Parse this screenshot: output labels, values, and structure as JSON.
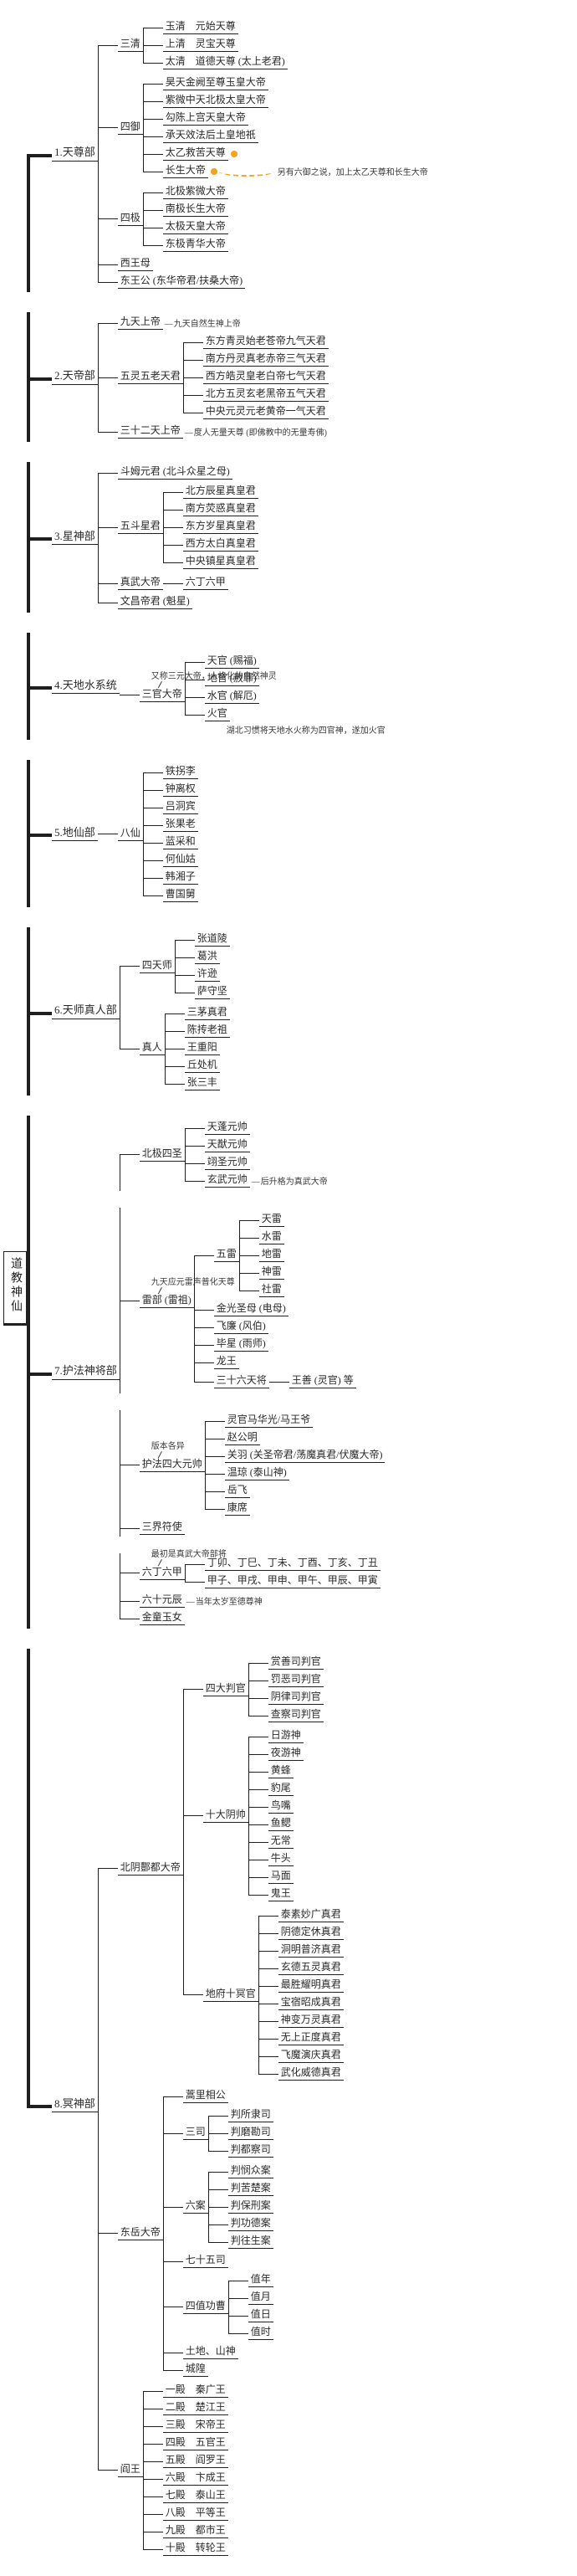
{
  "root": {
    "label": "道教神仙"
  },
  "colors": {
    "accent_orange": "#F5A31A",
    "edge": "#1f1f1f",
    "note_gray": "#3a3a3a",
    "background": "#ffffff"
  },
  "tree": [
    {
      "label": "1.天尊部",
      "children": [
        {
          "label": "三清",
          "children": [
            "玉清　元始天尊",
            "上清　灵宝天尊",
            "太清　道德天尊 (太上老君)"
          ]
        },
        {
          "label": "四御",
          "children": [
            "昊天金阙至尊玉皇大帝",
            "紫微中天北极太皇大帝",
            "勾陈上宫天皇大帝",
            "承天效法后土皇地祇",
            {
              "label": "太乙救苦天尊",
              "marker": "orange-dot"
            },
            {
              "label": "长生大帝",
              "marker": "orange-dot",
              "note_right": "另有六御之说，加上太乙天尊和长生大帝"
            }
          ]
        },
        {
          "label": "四极",
          "children": [
            "北极紫微大帝",
            "南极长生大帝",
            "太极天皇大帝",
            "东极青华大帝"
          ]
        },
        {
          "label": "西王母"
        },
        {
          "label": "东王公 (东华帝君/扶桑大帝)"
        }
      ]
    },
    {
      "label": "2.天帝部",
      "children": [
        {
          "label": "九天上帝",
          "note": "九天自然生神上帝"
        },
        {
          "label": "五灵五老天君",
          "children": [
            "东方青灵始老苍帝九气天君",
            "南方丹灵真老赤帝三气天君",
            "西方皓灵皇老白帝七气天君",
            "北方五灵玄老黑帝五气天君",
            "中央元灵元老黄帝一气天君"
          ]
        },
        {
          "label": "三十二天上帝",
          "note": "度人无量天尊 (即佛教中的无量寿佛)"
        }
      ]
    },
    {
      "label": "3.星神部",
      "children": [
        {
          "label": "斗姆元君 (北斗众星之母)"
        },
        {
          "label": "五斗星君",
          "children": [
            "北方辰星真皇君",
            "南方荧惑真皇君",
            "东方岁星真皇君",
            "西方太白真皇君",
            "中央镇星真皇君"
          ]
        },
        {
          "label": "真武大帝",
          "children": [
            "六丁六甲"
          ]
        },
        {
          "label": "文昌帝君 (魁星)"
        }
      ]
    },
    {
      "label": "4.天地水系统",
      "children": [
        {
          "label": "三官大帝",
          "note_above": "又称三元大帝，人格化的自然神灵",
          "children": [
            "天官 (赐福)",
            "地官 (赦罪)",
            "水官 (解厄)",
            {
              "label": "火官",
              "note_below": "湖北习惯将天地水火称为四官神，遂加火官"
            }
          ]
        }
      ]
    },
    {
      "label": "5.地仙部",
      "children": [
        {
          "label": "八仙",
          "children": [
            "铁拐李",
            "钟离权",
            "吕洞宾",
            "张果老",
            "蓝采和",
            "何仙姑",
            "韩湘子",
            "曹国舅"
          ]
        }
      ]
    },
    {
      "label": "6.天师真人部",
      "children": [
        {
          "label": "四天师",
          "children": [
            "张道陵",
            "葛洪",
            "许逊",
            "萨守坚"
          ]
        },
        {
          "label": "真人",
          "children": [
            "三茅真君",
            "陈抟老祖",
            "王重阳",
            "丘处机",
            "张三丰"
          ]
        }
      ]
    },
    {
      "label": "7.护法神将部",
      "children": [
        {
          "label": "北极四圣",
          "children": [
            "天蓬元帅",
            "天猷元帅",
            "翊圣元帅",
            {
              "label": "玄武元帅",
              "note": "后升格为真武大帝"
            }
          ]
        },
        {
          "label": "雷部 (雷祖)",
          "note_above": "九天应元雷声普化天尊",
          "children": [
            {
              "label": "五雷",
              "children": [
                "天雷",
                "水雷",
                "地雷",
                "神雷",
                "社雷"
              ]
            },
            {
              "label": "金光圣母 (电母)"
            },
            {
              "label": "飞廉 (风伯)"
            },
            {
              "label": "毕星 (雨师)"
            },
            {
              "label": "龙王"
            },
            {
              "label": "三十六天将",
              "children": [
                "王善 (灵官) 等"
              ]
            }
          ]
        },
        {
          "label": "护法四大元帅",
          "note_above": "版本各异",
          "children": [
            "灵官马华光/马王爷",
            "赵公明",
            "关羽 (关圣帝君/荡魔真君/伏魔大帝)",
            "温琼 (泰山神)",
            "岳飞",
            "康席"
          ]
        },
        {
          "label": "三界符使"
        },
        {
          "label": "六丁六甲",
          "note_above": "最初是真武大帝部将",
          "children": [
            "丁卯、丁巳、丁未、丁酉、丁亥、丁丑",
            "甲子、甲戌、甲申、甲午、甲辰、甲寅"
          ]
        },
        {
          "label": "六十元辰",
          "note": "当年太岁至德尊神"
        },
        {
          "label": "金童玉女"
        }
      ]
    },
    {
      "label": "8.冥神部",
      "children": [
        {
          "label": "北阴酆都大帝",
          "children": [
            {
              "label": "四大判官",
              "children": [
                "赏善司判官",
                "罚恶司判官",
                "阴律司判官",
                "查察司判官"
              ]
            },
            {
              "label": "十大阴帅",
              "children": [
                "日游神",
                "夜游神",
                "黄蜂",
                "豹尾",
                "鸟嘴",
                "鱼鳃",
                "无常",
                "牛头",
                "马面",
                "鬼王"
              ]
            },
            {
              "label": "地府十冥官",
              "children": [
                "泰素妙广真君",
                "阴德定休真君",
                "洞明普济真君",
                "玄德五灵真君",
                "最胜耀明真君",
                "宝宿昭成真君",
                "神变万灵真君",
                "无上正度真君",
                "飞魔演庆真君",
                "武化威德真君"
              ]
            }
          ]
        },
        {
          "label": "东岳大帝",
          "children": [
            {
              "label": "蒿里相公"
            },
            {
              "label": "三司",
              "children": [
                "判所隶司",
                "判磨勘司",
                "判都察司"
              ]
            },
            {
              "label": "六案",
              "children": [
                "判悯众案",
                "判苦楚案",
                "判保刑案",
                "判功德案",
                "判往生案"
              ]
            },
            {
              "label": "七十五司"
            },
            {
              "label": "四值功曹",
              "children": [
                "值年",
                "值月",
                "值日",
                "值时"
              ]
            },
            {
              "label": "土地、山神"
            },
            {
              "label": "城隍"
            }
          ]
        },
        {
          "label": "阎王",
          "children": [
            "一殿　秦广王",
            "二殿　楚江王",
            "三殿　宋帝王",
            "四殿　五官王",
            "五殿　阎罗王",
            "六殿　卞成王",
            "七殿　泰山王",
            "八殿　平等王",
            "九殿　都市王",
            "十殿　转轮王"
          ]
        }
      ]
    }
  ]
}
